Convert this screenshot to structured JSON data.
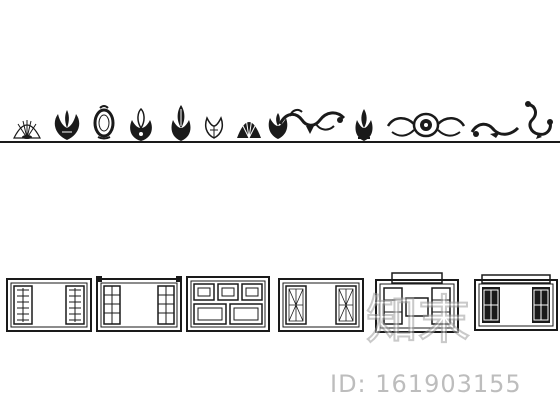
{
  "ornaments": [
    {
      "name": "shell-ornament-1"
    },
    {
      "name": "palmette-ornament-1"
    },
    {
      "name": "cartouche-ornament"
    },
    {
      "name": "acanthus-ornament-1"
    },
    {
      "name": "acanthus-ornament-2"
    },
    {
      "name": "palmette-ornament-2"
    },
    {
      "name": "shell-ornament-2"
    },
    {
      "name": "palmette-ornament-3"
    },
    {
      "name": "scroll-ornament-1"
    },
    {
      "name": "acanthus-ornament-3"
    },
    {
      "name": "rosette-scroll-ornament"
    },
    {
      "name": "scroll-ornament-2"
    },
    {
      "name": "scroll-ornament-3"
    }
  ],
  "panels": [
    {
      "name": "lattice-window-panel-1"
    },
    {
      "name": "lattice-window-panel-2"
    },
    {
      "name": "lattice-window-panel-3"
    },
    {
      "name": "lattice-window-panel-4"
    },
    {
      "name": "lattice-window-panel-5"
    },
    {
      "name": "lattice-window-panel-6"
    }
  ],
  "watermark": {
    "logo_text": "知末",
    "id_text": "ID: 161903155"
  },
  "colors": {
    "line": "#1a1a1a",
    "watermark": "#bdbdbd",
    "background": "#ffffff"
  }
}
